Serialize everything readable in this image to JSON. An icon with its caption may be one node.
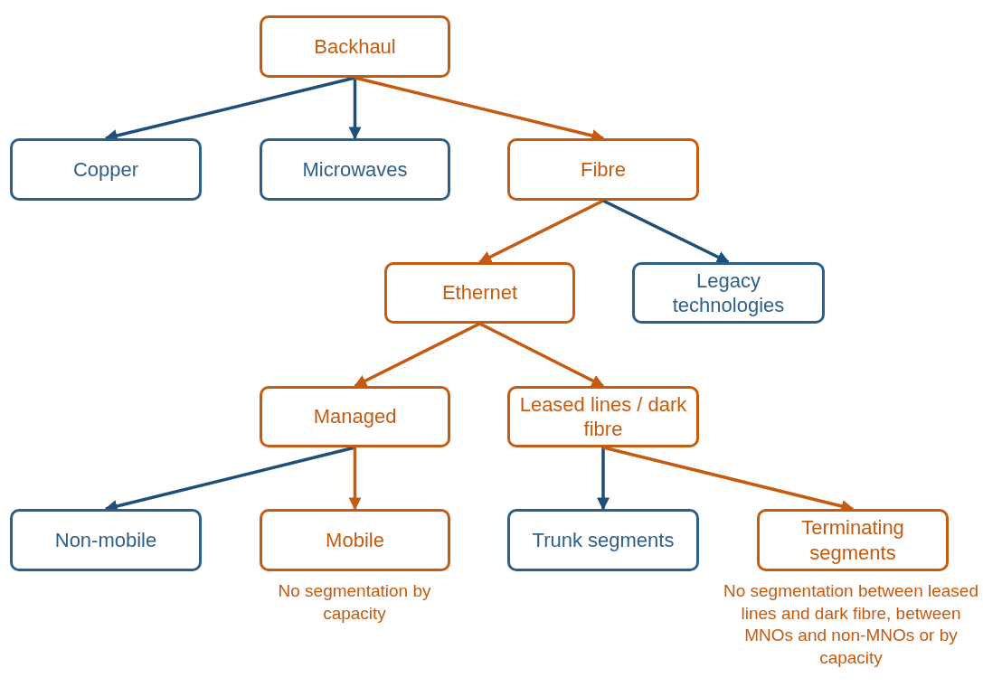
{
  "diagram": {
    "nodes": [
      {
        "text": [
          "Backhaul"
        ]
      },
      {
        "text": [
          "Copper"
        ]
      },
      {
        "text": [
          "Microwaves"
        ]
      },
      {
        "text": [
          "Fibre"
        ]
      },
      {
        "text": [
          "Ethernet"
        ]
      },
      {
        "text": [
          "Legacy technologies"
        ]
      },
      {
        "text": [
          "Managed"
        ]
      },
      {
        "text": [
          "Leased lines / dark fibre"
        ]
      },
      {
        "text": [
          "Non-mobile"
        ]
      },
      {
        "text": [
          "Mobile"
        ],
        "beside": [
          "No segmentation by capacity"
        ]
      },
      {
        "text": [
          "Trunk segments"
        ]
      },
      {
        "text": [
          "Terminating segments"
        ],
        "beside": [
          "No segmentation between leased lines and dark fibre, between MNOs and non-MNOs or by capacity"
        ]
      }
    ],
    "edges": [
      {
        "from": 0,
        "to": 1,
        "arrow": "to",
        "color": "#1f4e79"
      },
      {
        "from": 0,
        "to": 2,
        "arrow": "to",
        "color": "#1f4e79"
      },
      {
        "from": 0,
        "to": 3,
        "arrow": "to"
      },
      {
        "from": 3,
        "to": 4,
        "arrow": "to"
      },
      {
        "from": 3,
        "to": 5,
        "arrow": "to",
        "color": "#1f4e79"
      },
      {
        "from": 4,
        "to": 6,
        "arrow": "to"
      },
      {
        "from": 4,
        "to": 7,
        "arrow": "to"
      },
      {
        "from": 6,
        "to": 8,
        "arrow": "to",
        "color": "#1f4e79"
      },
      {
        "from": 6,
        "to": 9,
        "arrow": "to"
      },
      {
        "from": 7,
        "to": 10,
        "arrow": "to",
        "color": "#1f4e79"
      },
      {
        "from": 7,
        "to": 11,
        "arrow": "to"
      }
    ]
  }
}
